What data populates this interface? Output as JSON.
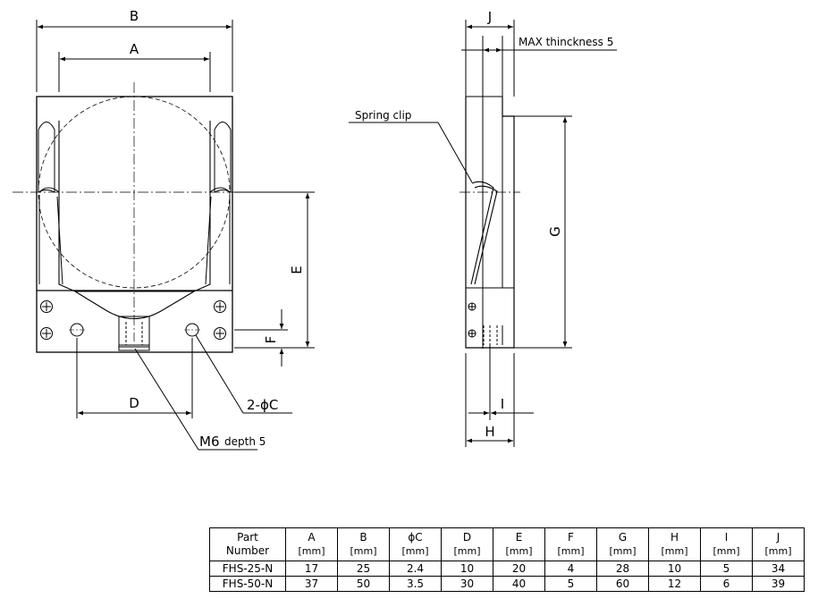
{
  "dimension_labels": {
    "A": "A",
    "B": "B",
    "D": "D",
    "E": "E",
    "F": "F",
    "G": "G",
    "H": "H",
    "I": "I",
    "J": "J",
    "hole": "2-ϕC",
    "thread_main": "M6",
    "thread_depth": "depth 5"
  },
  "annotations": {
    "max_thickness": "MAX thinckness 5",
    "spring_clip": "Spring clip"
  },
  "table": {
    "header_line1": "Part",
    "header_line2": "Number",
    "columns": [
      {
        "name": "A",
        "unit": "[mm]"
      },
      {
        "name": "B",
        "unit": "[mm]"
      },
      {
        "name": "ϕC",
        "unit": "[mm]"
      },
      {
        "name": "D",
        "unit": "[mm]"
      },
      {
        "name": "E",
        "unit": "[mm]"
      },
      {
        "name": "F",
        "unit": "[mm]"
      },
      {
        "name": "G",
        "unit": "[mm]"
      },
      {
        "name": "H",
        "unit": "[mm]"
      },
      {
        "name": "I",
        "unit": "[mm]"
      },
      {
        "name": "J",
        "unit": "[mm]"
      }
    ],
    "rows": [
      {
        "part": "FHS-25-N",
        "values": [
          "17",
          "25",
          "2.4",
          "10",
          "20",
          "4",
          "28",
          "10",
          "5",
          "34"
        ]
      },
      {
        "part": "FHS-50-N",
        "values": [
          "37",
          "50",
          "3.5",
          "30",
          "40",
          "5",
          "60",
          "12",
          "6",
          "39"
        ]
      }
    ]
  }
}
